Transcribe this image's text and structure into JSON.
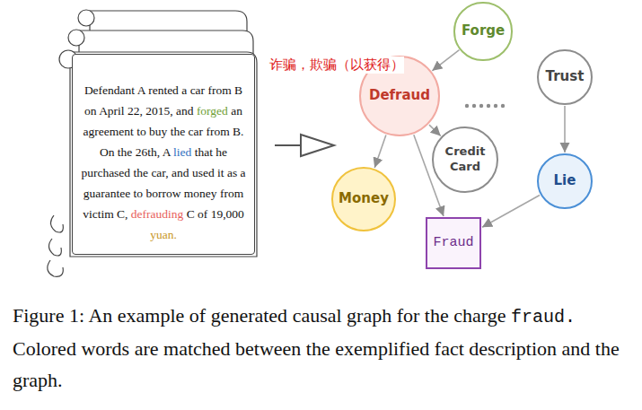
{
  "diagram": {
    "caption": "Figure 1: An example of generated causal graph for the charge fraud. Colored words are matched between the exemplified fact description and the graph.",
    "nodes": [
      {
        "text": [
          "Defendant A rented a car from B on April 22, 2015, and forged an agreement to buy the car from B. On the 26th, A lied that he purchased the car, and used it as a guarantee to borrow money from victim C, defrauding C of 19,000 yuan."
        ]
      },
      {
        "text": [
          "Forge"
        ]
      },
      {
        "text": [
          "Defraud"
        ]
      },
      {
        "text": [
          "Trust"
        ]
      },
      {
        "text": [
          "Credit Card"
        ]
      },
      {
        "text": [
          "Money"
        ]
      },
      {
        "text": [
          "Lie"
        ]
      },
      {
        "text": [
          "Fraud"
        ]
      }
    ],
    "edges": [
      {
        "from": 1,
        "to": 2,
        "arrow": "to"
      },
      {
        "from": 2,
        "to": 5,
        "arrow": "to"
      },
      {
        "from": 2,
        "to": 4,
        "arrow": "to"
      },
      {
        "from": 2,
        "to": 7,
        "arrow": "to"
      },
      {
        "from": 3,
        "to": 6,
        "arrow": "to"
      },
      {
        "from": 6,
        "to": 7,
        "arrow": "to"
      }
    ],
    "labels": [
      "诈骗，欺骗（以获得）"
    ]
  }
}
